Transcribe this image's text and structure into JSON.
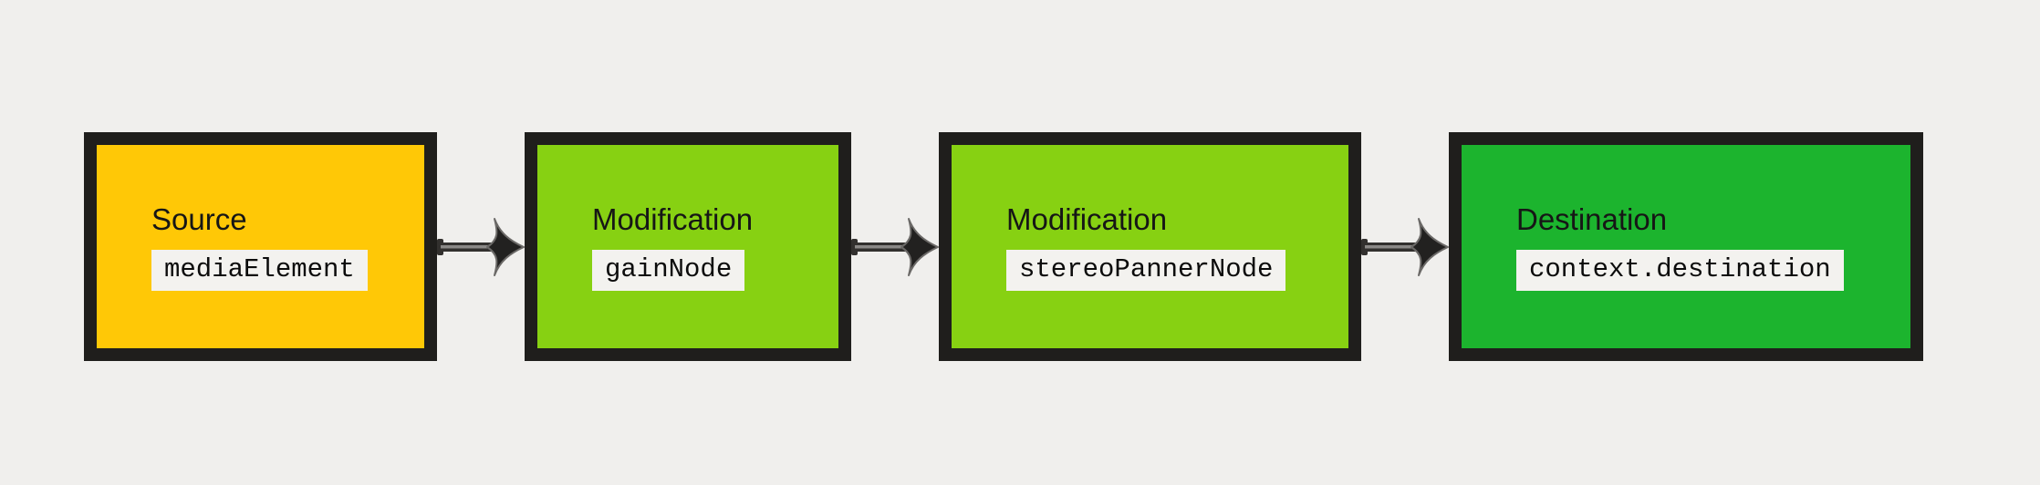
{
  "diagram": {
    "nodes": [
      {
        "label": "Source",
        "code": "mediaElement",
        "fill": "#ffc806"
      },
      {
        "label": "Modification",
        "code": "gainNode",
        "fill": "#87d112"
      },
      {
        "label": "Modification",
        "code": "stereoPannerNode",
        "fill": "#87d112"
      },
      {
        "label": "Destination",
        "code": "context.destination",
        "fill": "#1cb42e"
      }
    ],
    "arrow_icon": "right-arrow-icon"
  },
  "colors": {
    "background": "#f0efed",
    "node_border": "#1f1e1c",
    "code_chip_background": "#f3f2ef",
    "title_text": "#161616",
    "code_text": "#0c0c0c",
    "arrow_dark": "#32302e",
    "arrow_highlight": "#8b8987",
    "arrow_head_fill": "#222120",
    "arrow_head_outline": "#6b6967"
  }
}
